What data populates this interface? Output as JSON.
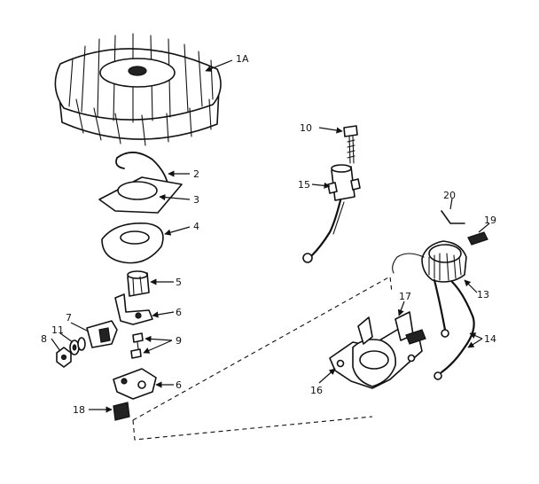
{
  "callouts": {
    "c1a": "1A",
    "c2": "2",
    "c3": "3",
    "c4": "4",
    "c5": "5",
    "c6a": "6",
    "c6b": "6",
    "c7": "7",
    "c8": "8",
    "c9": "9",
    "c10": "10",
    "c11": "11",
    "c13": "13",
    "c14": "14",
    "c15": "15",
    "c16": "16",
    "c17": "17",
    "c18": "18",
    "c19": "19",
    "c20": "20"
  },
  "colors": {
    "ink": "#111111",
    "paper": "#ffffff"
  }
}
